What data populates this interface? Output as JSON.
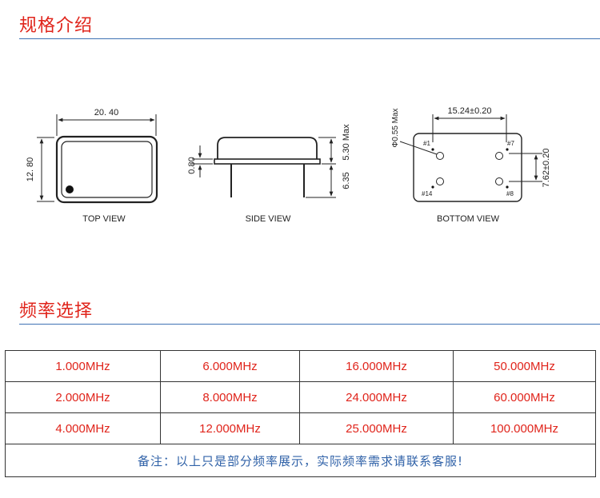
{
  "sections": {
    "spec_title": "规格介绍",
    "freq_title": "频率选择"
  },
  "drawing": {
    "top_view": {
      "width_dim": "20. 40",
      "height_dim": "12. 80",
      "caption": "TOP VIEW"
    },
    "side_view": {
      "base_dim": "0.80",
      "height_dim": "5.30 Max",
      "pin_dim": "6.35",
      "caption": "SIDE VIEW"
    },
    "bottom_view": {
      "pitch_dim": "15.24±0.20",
      "row_dim": "7.62±0.20",
      "pin_dia": "Φ0.55 Max",
      "pin1": "#1",
      "pin7": "#7",
      "pin14": "#14",
      "pin8": "#8",
      "caption": "BOTTOM VIEW"
    }
  },
  "frequency_table": {
    "rows": [
      [
        "1.000MHz",
        "6.000MHz",
        "16.000MHz",
        "50.000MHz"
      ],
      [
        "2.000MHz",
        "8.000MHz",
        "24.000MHz",
        "60.000MHz"
      ],
      [
        "4.000MHz",
        "12.000MHz",
        "25.000MHz",
        "100.000MHz"
      ]
    ],
    "note": "备注：以上只是部分频率展示，实际频率需求请联系客服!"
  }
}
